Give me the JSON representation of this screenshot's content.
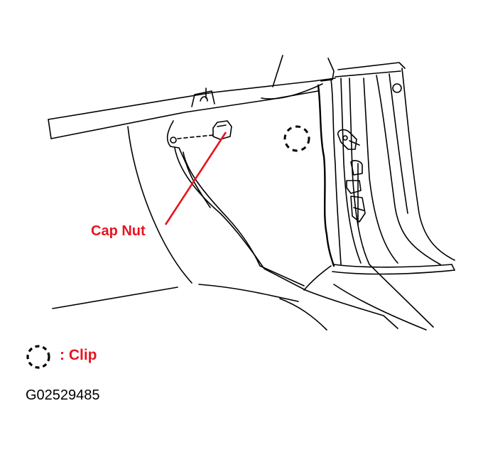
{
  "callouts": {
    "cap_nut": "Cap Nut"
  },
  "legend": {
    "clip_label": ": Clip",
    "clip_icon": "dashed-circle-icon"
  },
  "figure_code": "G02529485",
  "colors": {
    "callout": "#e8141e",
    "linework": "#000000",
    "background": "#ffffff"
  }
}
